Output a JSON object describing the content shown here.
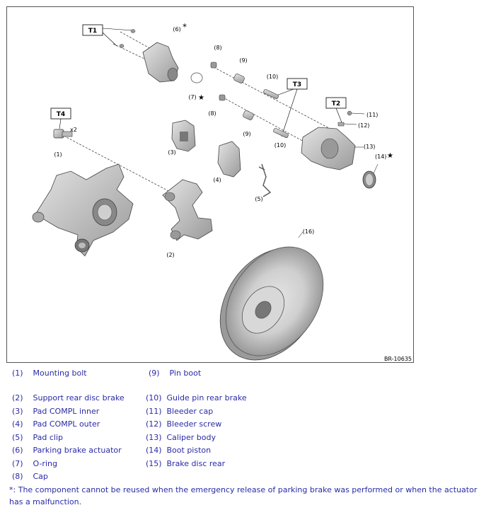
{
  "figure_code": "BR-10635",
  "torque_tags": [
    "T1",
    "T2",
    "T3",
    "T4"
  ],
  "callouts": {
    "c1": "(1)",
    "c2": "(2)",
    "c3": "(3)",
    "c4": "(4)",
    "c5": "(5)",
    "c6": "(6)",
    "c7": "(7)",
    "c8a": "(8)",
    "c8b": "(8)",
    "c9a": "(9)",
    "c9b": "(9)",
    "c10a": "(10)",
    "c10b": "(10)",
    "c11": "(11)",
    "c12": "(12)",
    "c13": "(13)",
    "c14": "(14)",
    "c16": "(16)",
    "x2": "x2",
    "star": "★",
    "asterisk": "*"
  },
  "legend": [
    {
      "num": "(1)",
      "label": "Mounting bolt"
    },
    {
      "num": "(9)",
      "label": "Pin boot"
    },
    {
      "num": "(2)",
      "label": "Support rear disc brake"
    },
    {
      "num": "(10)",
      "label": "Guide pin rear brake"
    },
    {
      "num": "(3)",
      "label": "Pad COMPL inner"
    },
    {
      "num": "(11)",
      "label": "Bleeder cap"
    },
    {
      "num": "(4)",
      "label": "Pad COMPL outer"
    },
    {
      "num": "(12)",
      "label": "Bleeder screw"
    },
    {
      "num": "(5)",
      "label": "Pad clip"
    },
    {
      "num": "(13)",
      "label": "Caliper body"
    },
    {
      "num": "(6)",
      "label": "Parking brake actuator"
    },
    {
      "num": "(14)",
      "label": "Boot piston"
    },
    {
      "num": "(7)",
      "label": "O-ring"
    },
    {
      "num": "(15)",
      "label": "Brake disc rear"
    },
    {
      "num": "(8)",
      "label": "Cap"
    }
  ],
  "note_symbol": "*:",
  "note_text": "The component cannot be reused when the emergency release of parking brake was performed or when the actuator has a malfunction.",
  "colors": {
    "legend_text": "#2a2aa8",
    "part_fill": "#c9c9c9",
    "part_dark": "#8a8a8a",
    "outline": "#333333"
  }
}
